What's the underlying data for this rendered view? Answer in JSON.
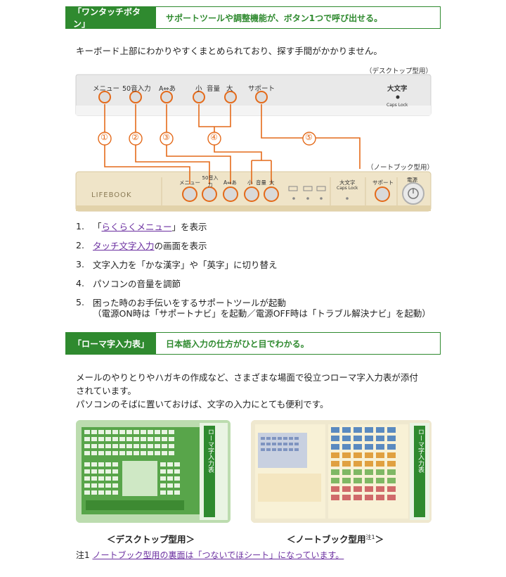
{
  "section1": {
    "tag": "「ワンタッチボタン」",
    "title": "サポートツールや調整機能が、ボタン1つで呼び出せる。",
    "description": "キーボード上部にわかりやすくまとめられており、探す手間がかかりません。"
  },
  "diagram": {
    "desktop_label": "（デスクトップ型用）",
    "notebook_label": "（ノートブック型用）",
    "desktop_buttons": [
      "メニュー",
      "50音入力",
      "A⇔あ",
      "小",
      "音量",
      "大",
      "サポート"
    ],
    "desktop_capslock": "大文字",
    "desktop_capslock_sub": "Caps Lock",
    "notebook_brand": "LIFEBOOK",
    "notebook_buttons": [
      "メニュー",
      "50音入力",
      "A⇔あ",
      "小",
      "音量",
      "大"
    ],
    "notebook_capslock": "大文字",
    "notebook_capslock_sub": "Caps Lock",
    "notebook_support": "サポート",
    "notebook_power": "電源",
    "markers": [
      "①",
      "②",
      "③",
      "④",
      "⑤"
    ],
    "accent": "#e46a1a"
  },
  "list": {
    "items": [
      {
        "num": "1.",
        "pre": "「",
        "link": "らくらくメニュー",
        "post": "」を表示"
      },
      {
        "num": "2.",
        "pre": "",
        "link": "タッチ文字入力",
        "post": "の画面を表示"
      },
      {
        "num": "3.",
        "pre": "",
        "link": "",
        "post": "文字入力を「かな漢字」や「英字」に切り替え"
      },
      {
        "num": "4.",
        "pre": "",
        "link": "",
        "post": "パソコンの音量を調節"
      },
      {
        "num": "5.",
        "pre": "",
        "link": "",
        "post": "困った時のお手伝いをするサポートツールが起動"
      }
    ],
    "item5_sub": "（電源ON時は「サポートナビ」を起動／電源OFF時は「トラブル解決ナビ」を起動）"
  },
  "section2": {
    "tag": "「ローマ字入力表」",
    "title": "日本語入力の仕方がひと目でわかる。",
    "line1": "メールのやりとりやハガキの作成など、さまざまな場面で役立つローマ字入力表が添付",
    "line2": "されています。",
    "line3": "パソコンのそばに置いておけば、文字の入力にとても便利です。"
  },
  "cards": {
    "desktop_caption": "＜デスクトップ型用＞",
    "notebook_caption": "＜ノートブック型用",
    "notebook_caption_sup": "注1",
    "notebook_caption_end": "＞",
    "desktop_tab": "ローマ字入力表",
    "notebook_tab": "ローマ字入力表"
  },
  "note": {
    "prefix": "注1",
    "text": "ノートブック型用の裏面は「つないでほシート」になっています。"
  }
}
